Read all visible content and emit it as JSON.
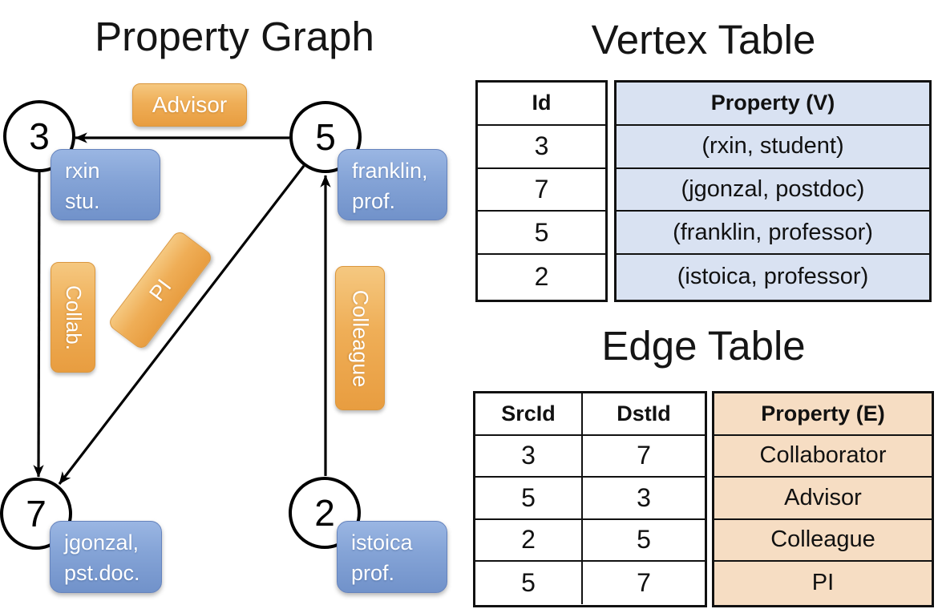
{
  "graph": {
    "title": "Property Graph",
    "nodes": [
      {
        "id": "3",
        "property_lines": [
          "rxin",
          "stu."
        ]
      },
      {
        "id": "5",
        "property_lines": [
          "franklin,",
          "prof."
        ]
      },
      {
        "id": "7",
        "property_lines": [
          "jgonzal,",
          "pst.doc."
        ]
      },
      {
        "id": "2",
        "property_lines": [
          "istoica",
          "prof."
        ]
      }
    ],
    "edge_labels": {
      "advisor": "Advisor",
      "collab": "Collab.",
      "pi": "PI",
      "colleague": "Colleague"
    },
    "edges": [
      {
        "src": "5",
        "dst": "3",
        "label": "Advisor"
      },
      {
        "src": "3",
        "dst": "7",
        "label": "Collab."
      },
      {
        "src": "5",
        "dst": "7",
        "label": "PI"
      },
      {
        "src": "2",
        "dst": "5",
        "label": "Colleague"
      }
    ]
  },
  "vertex_table": {
    "title": "Vertex Table",
    "columns": {
      "id": "Id",
      "property": "Property (V)"
    },
    "rows": [
      {
        "id": "3",
        "property": "(rxin, student)"
      },
      {
        "id": "7",
        "property": "(jgonzal, postdoc)"
      },
      {
        "id": "5",
        "property": "(franklin, professor)"
      },
      {
        "id": "2",
        "property": "(istoica, professor)"
      }
    ]
  },
  "edge_table": {
    "title": "Edge Table",
    "columns": {
      "src": "SrcId",
      "dst": "DstId",
      "property": "Property (E)"
    },
    "rows": [
      {
        "src": "3",
        "dst": "7",
        "property": "Collaborator"
      },
      {
        "src": "5",
        "dst": "3",
        "property": "Advisor"
      },
      {
        "src": "2",
        "dst": "5",
        "property": "Colleague"
      },
      {
        "src": "5",
        "dst": "7",
        "property": "PI"
      }
    ]
  },
  "colors": {
    "edge_label_orange": "#EDA64C",
    "vertex_property_blue": "#84A3D6",
    "vertex_table_fill": "#D9E2F2",
    "edge_table_fill": "#F6DDC3",
    "line_black": "#000000"
  }
}
